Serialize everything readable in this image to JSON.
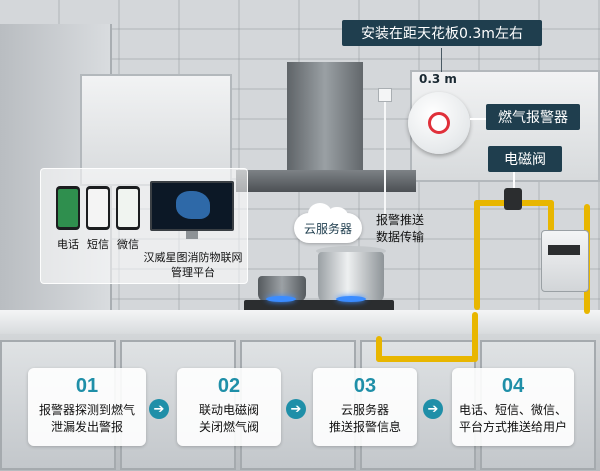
{
  "callouts": {
    "install_height": "安装在距天花板0.3m左右",
    "dimension": "0.3 m",
    "gas_alarm": "燃气报警器",
    "solenoid_valve": "电磁阀"
  },
  "devices": {
    "phone_call": "电话",
    "phone_sms": "短信",
    "phone_wechat": "微信",
    "platform_line1": "汉威星图消防物联网",
    "platform_line2": "管理平台"
  },
  "cloud": {
    "label": "云服务器",
    "push_line1": "报警推送",
    "push_line2": "数据传输"
  },
  "steps": [
    {
      "num": "01",
      "line1": "报警器探测到燃气",
      "line2": "泄漏发出警报"
    },
    {
      "num": "02",
      "line1": "联动电磁阀",
      "line2": "关闭燃气阀"
    },
    {
      "num": "03",
      "line1": "云服务器",
      "line2": "推送报警信息"
    },
    {
      "num": "04",
      "line1": "电话、短信、微信、",
      "line2": "平台方式推送给用户"
    }
  ],
  "arrow_glyph": "➔",
  "colors": {
    "label_bg": "#1f3e4e",
    "accent": "#1f8fa8",
    "pipe": "#e8b600",
    "alarm_ring": "#e0303a"
  }
}
